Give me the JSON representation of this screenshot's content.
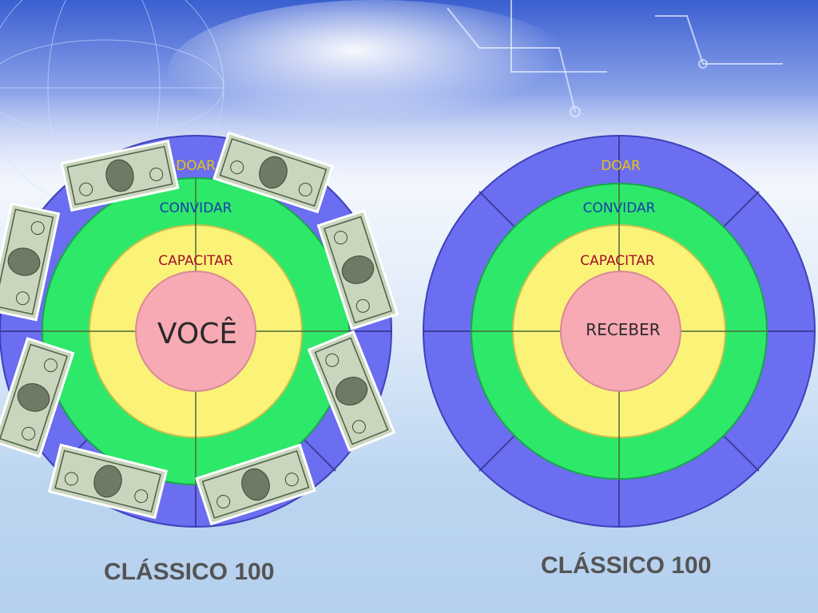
{
  "slide": {
    "left_diagram": {
      "outer_ring_label": "DOAR",
      "green_ring_label": "CONVIDAR",
      "yellow_ring_label": "CAPACITAR",
      "center_label": "VOCÊ",
      "caption": "CLÁSSICO 100"
    },
    "right_diagram": {
      "outer_ring_label": "DOAR",
      "green_ring_label": "CONVIDAR",
      "yellow_ring_label": "CAPACITAR",
      "center_label": "RECEBER",
      "caption": "CLÁSSICO 100"
    }
  },
  "colors": {
    "outer_ring": "#6b6ef0",
    "green_ring": "#2ee86a",
    "yellow_ring": "#fbf378",
    "center": "#f7a9b4",
    "doar_text": "#e8c410",
    "convidar_text": "#1b3ea8",
    "capacitar_text": "#a5102a",
    "center_text": "#2a2a2a",
    "banknote": "#c9d6bd"
  }
}
